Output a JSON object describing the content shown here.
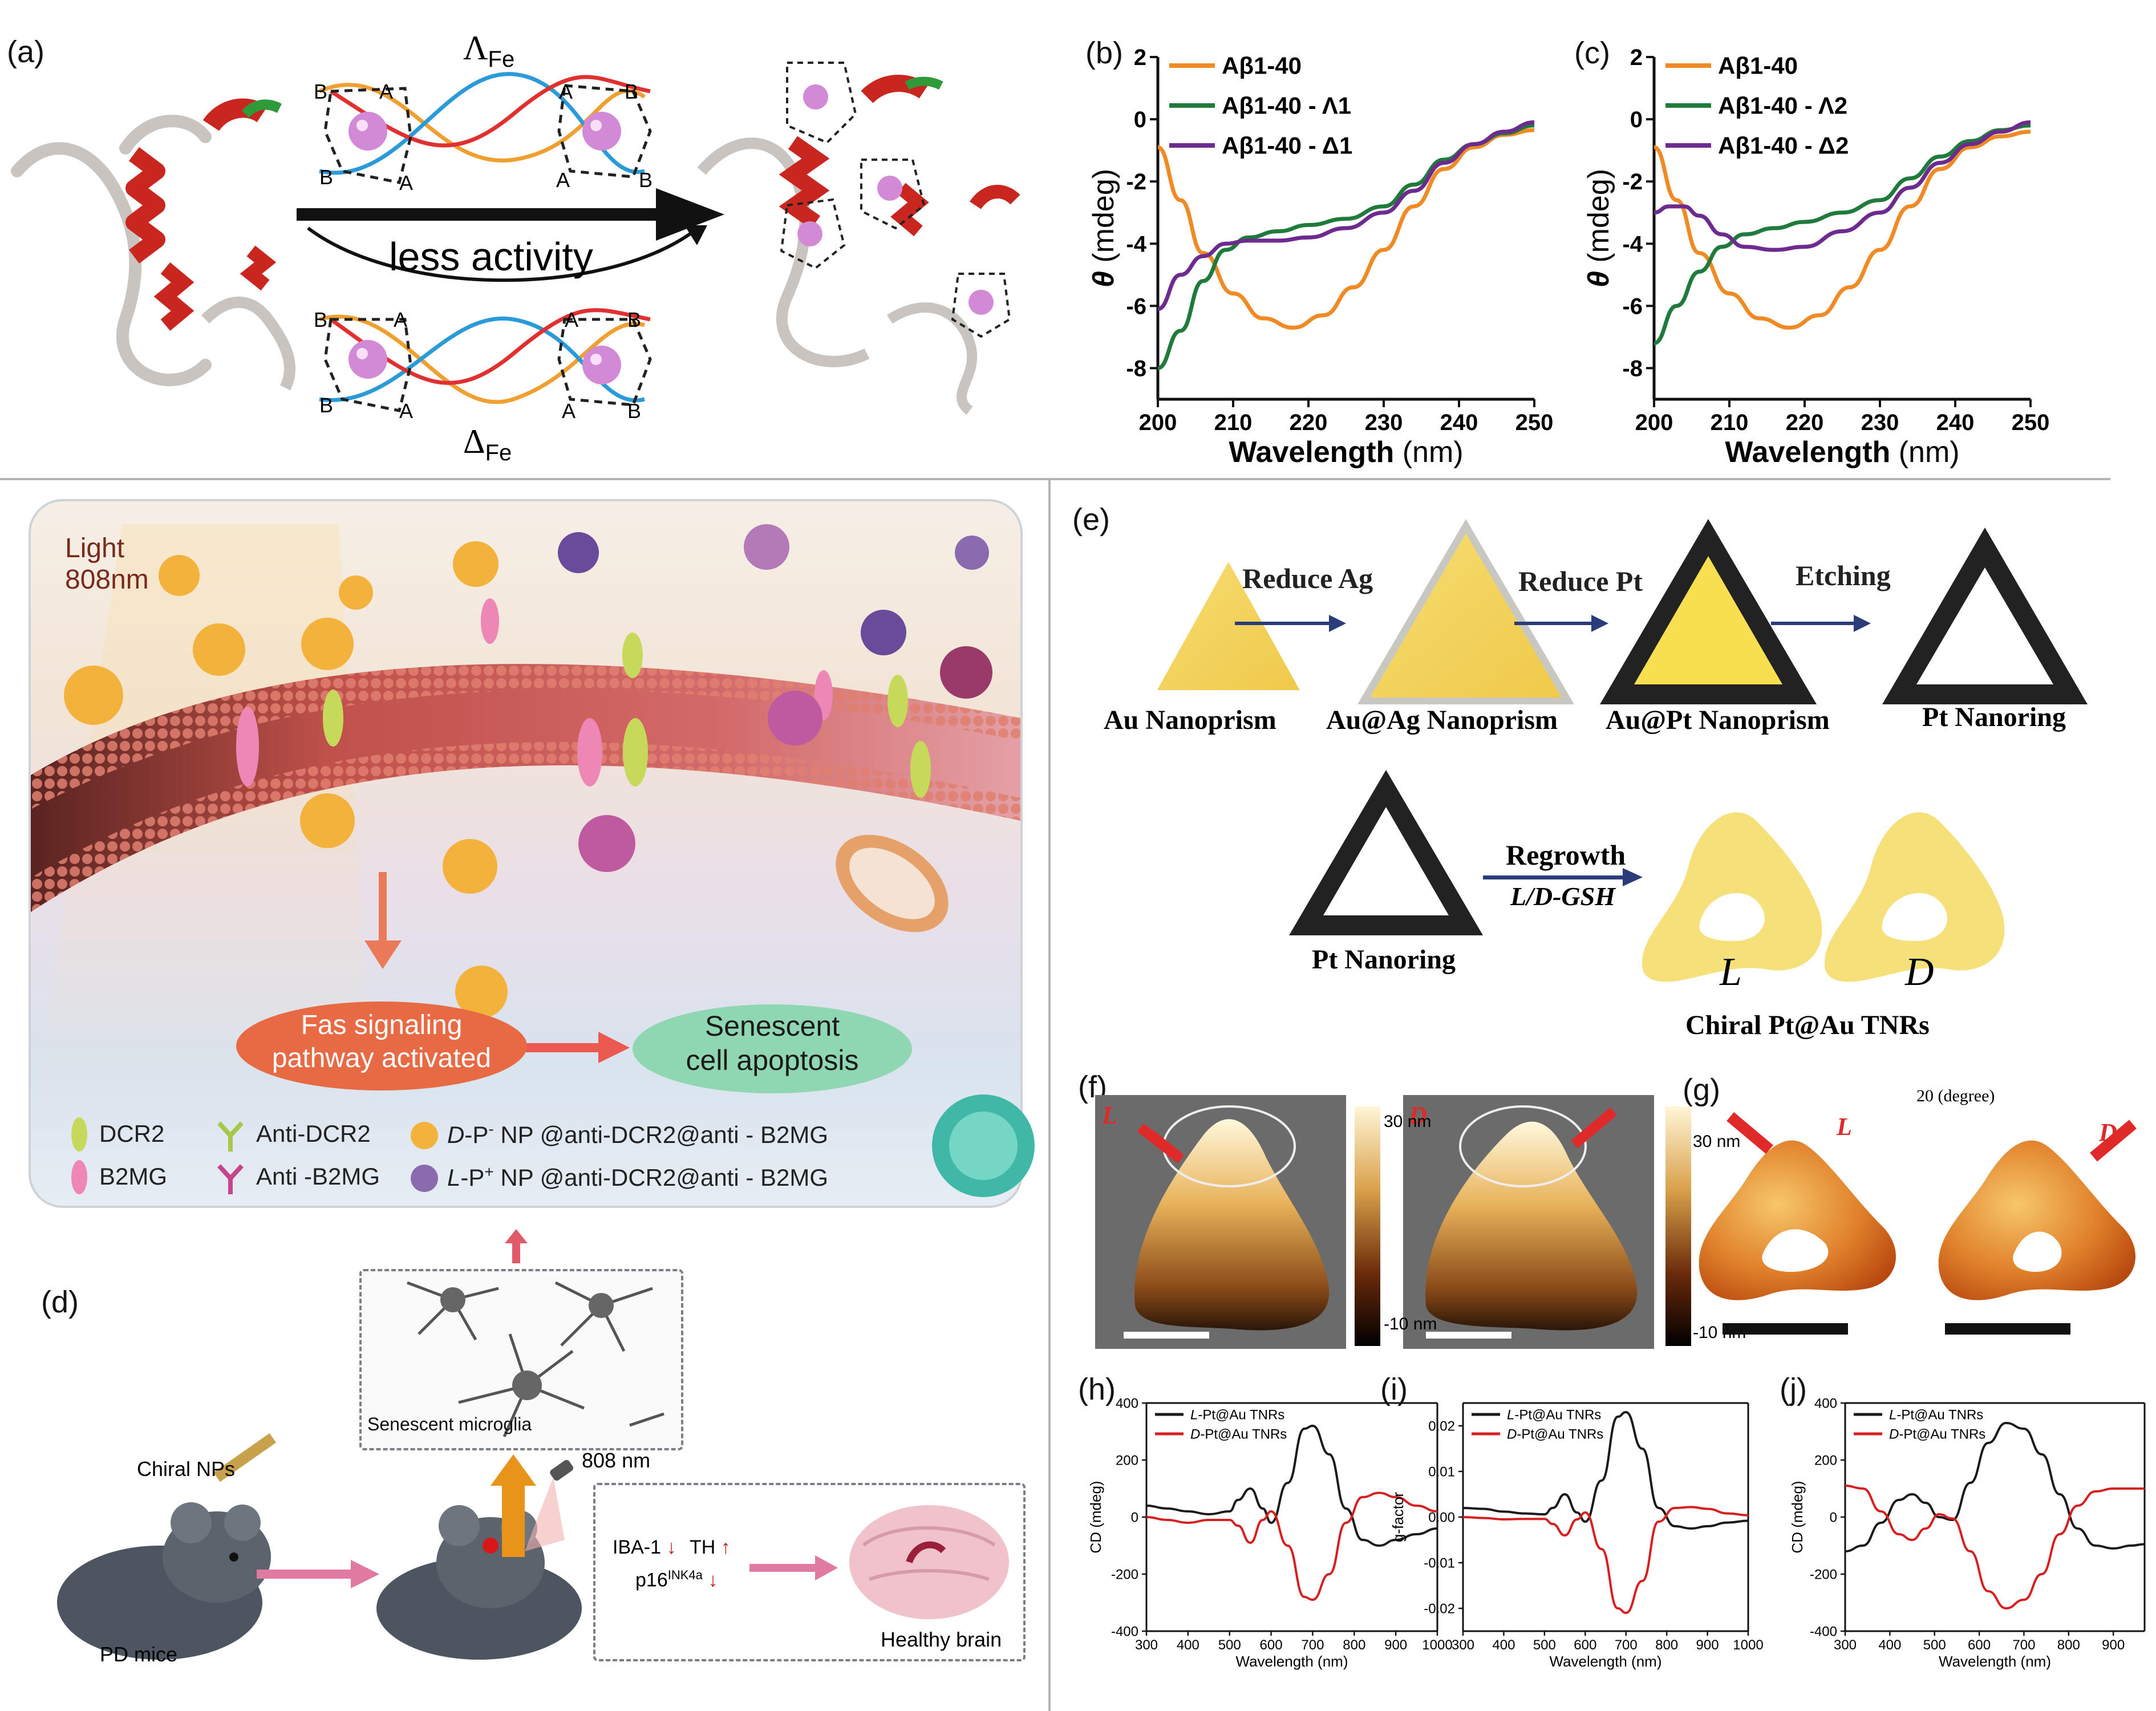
{
  "panel_labels": {
    "a": "(a)",
    "b": "(b)",
    "c": "(c)",
    "d": "(d)",
    "e": "(e)",
    "f": "(f)",
    "g": "(g)",
    "h": "(h)",
    "i": "(i)",
    "j": "(j)"
  },
  "panel_a": {
    "lambda_label": "Λ",
    "lambda_sub": "Fe",
    "delta_label": "Δ",
    "delta_sub": "Fe",
    "arrow_text": "less activity",
    "vertex_A": "A",
    "vertex_B": "B"
  },
  "chart_data": [
    {
      "type": "line",
      "panel": "b",
      "xlabel": "Wavelength",
      "xlabel_unit": "(nm)",
      "ylabel": "θ",
      "ylabel_unit": "(mdeg)",
      "xlim": [
        200,
        250
      ],
      "ylim": [
        -9,
        2
      ],
      "xticks": [
        200,
        210,
        220,
        230,
        240,
        250
      ],
      "yticks": [
        2,
        0,
        -2,
        -4,
        -6,
        -8
      ],
      "legend": "top-left",
      "series": [
        {
          "name": "Aβ1-40",
          "color": "#f08a24",
          "x": [
            200,
            203,
            206,
            210,
            214,
            218,
            222,
            226,
            230,
            234,
            238,
            242,
            246,
            250
          ],
          "y": [
            -0.9,
            -2.6,
            -4.3,
            -5.6,
            -6.4,
            -6.7,
            -6.3,
            -5.4,
            -4.2,
            -2.8,
            -1.6,
            -0.9,
            -0.5,
            -0.35
          ]
        },
        {
          "name": "Aβ1-40 - Λ1",
          "color": "#1f7a3c",
          "x": [
            200,
            203,
            206,
            209,
            212,
            216,
            220,
            225,
            230,
            234,
            238,
            242,
            246,
            250
          ],
          "y": [
            -8.0,
            -6.8,
            -5.2,
            -4.2,
            -3.8,
            -3.6,
            -3.4,
            -3.2,
            -2.8,
            -2.1,
            -1.3,
            -0.8,
            -0.45,
            -0.2
          ]
        },
        {
          "name": "Aβ1-40 - Δ1",
          "color": "#6d2b8f",
          "x": [
            200,
            203,
            206,
            209,
            212,
            216,
            220,
            225,
            230,
            234,
            238,
            242,
            246,
            250
          ],
          "y": [
            -6.1,
            -5.0,
            -4.4,
            -4.0,
            -3.9,
            -3.9,
            -3.8,
            -3.5,
            -3.0,
            -2.3,
            -1.4,
            -0.8,
            -0.4,
            -0.1
          ]
        }
      ]
    },
    {
      "type": "line",
      "panel": "c",
      "xlabel": "Wavelength",
      "xlabel_unit": "(nm)",
      "ylabel": "θ",
      "ylabel_unit": "(mdeg)",
      "xlim": [
        200,
        250
      ],
      "ylim": [
        -9,
        2
      ],
      "xticks": [
        200,
        210,
        220,
        230,
        240,
        250
      ],
      "yticks": [
        2,
        0,
        -2,
        -4,
        -6,
        -8
      ],
      "legend": "top-left",
      "series": [
        {
          "name": "Aβ1-40",
          "color": "#f08a24",
          "x": [
            200,
            203,
            206,
            210,
            214,
            218,
            222,
            226,
            230,
            234,
            238,
            242,
            246,
            250
          ],
          "y": [
            -0.9,
            -2.6,
            -4.3,
            -5.6,
            -6.4,
            -6.7,
            -6.3,
            -5.4,
            -4.2,
            -2.8,
            -1.6,
            -0.9,
            -0.55,
            -0.4
          ]
        },
        {
          "name": "Aβ1-40 - Λ2",
          "color": "#1f7a3c",
          "x": [
            200,
            203,
            206,
            209,
            212,
            216,
            220,
            225,
            230,
            234,
            238,
            242,
            246,
            250
          ],
          "y": [
            -7.2,
            -6.0,
            -4.9,
            -4.1,
            -3.7,
            -3.5,
            -3.3,
            -3.0,
            -2.6,
            -1.9,
            -1.2,
            -0.7,
            -0.35,
            -0.2
          ]
        },
        {
          "name": "Aβ1-40 - Δ2",
          "color": "#6d2b8f",
          "x": [
            200,
            202,
            204,
            206,
            209,
            212,
            216,
            220,
            225,
            230,
            234,
            238,
            242,
            246,
            250
          ],
          "y": [
            -3.0,
            -2.8,
            -2.8,
            -3.1,
            -3.7,
            -4.1,
            -4.2,
            -4.1,
            -3.6,
            -3.0,
            -2.2,
            -1.4,
            -0.8,
            -0.4,
            -0.1
          ]
        }
      ]
    },
    {
      "type": "line",
      "panel": "h",
      "xlabel": "Wavelength (nm)",
      "ylabel": "CD (mdeg)",
      "xlim": [
        300,
        1000
      ],
      "ylim": [
        -400,
        400
      ],
      "xticks": [
        300,
        400,
        500,
        600,
        700,
        800,
        900,
        1000
      ],
      "yticks": [
        400,
        200,
        0,
        -200,
        -400
      ],
      "legend": "top-left",
      "series": [
        {
          "name": "L-Pt@Au TNRs",
          "color": "#1a1a1a",
          "x": [
            300,
            350,
            400,
            450,
            500,
            520,
            550,
            580,
            600,
            640,
            680,
            700,
            740,
            780,
            820,
            860,
            900,
            950,
            1000
          ],
          "y": [
            40,
            30,
            20,
            10,
            20,
            60,
            100,
            30,
            -20,
            120,
            310,
            320,
            220,
            30,
            -80,
            -100,
            -80,
            -60,
            -40
          ]
        },
        {
          "name": "D-Pt@Au TNRs",
          "color": "#d62020",
          "x": [
            300,
            350,
            400,
            450,
            500,
            520,
            550,
            580,
            600,
            640,
            680,
            700,
            740,
            780,
            820,
            860,
            900,
            950,
            1000
          ],
          "y": [
            0,
            -10,
            -20,
            -10,
            -10,
            -30,
            -90,
            -10,
            20,
            -100,
            -280,
            -290,
            -200,
            -20,
            70,
            85,
            70,
            40,
            20
          ]
        }
      ]
    },
    {
      "type": "line",
      "panel": "i",
      "xlabel": "Wavelength (nm)",
      "ylabel": "g-factor",
      "xlim": [
        300,
        1000
      ],
      "ylim": [
        -0.025,
        0.025
      ],
      "xticks": [
        300,
        400,
        500,
        600,
        700,
        800,
        900,
        1000
      ],
      "yticks": [
        0.02,
        0.01,
        0.0,
        -0.01,
        -0.02
      ],
      "legend": "top-left",
      "series": [
        {
          "name": "L-Pt@Au TNRs",
          "color": "#1a1a1a",
          "x": [
            300,
            350,
            400,
            450,
            500,
            520,
            550,
            580,
            600,
            640,
            680,
            700,
            740,
            780,
            820,
            860,
            900,
            950,
            1000
          ],
          "y": [
            0.002,
            0.0018,
            0.0012,
            0.0008,
            0.0006,
            0.002,
            0.005,
            0.001,
            -0.001,
            0.008,
            0.022,
            0.023,
            0.015,
            0.002,
            -0.002,
            -0.0025,
            -0.002,
            -0.0012,
            -0.0008
          ]
        },
        {
          "name": "D-Pt@Au TNRs",
          "color": "#d62020",
          "x": [
            300,
            350,
            400,
            450,
            500,
            520,
            550,
            580,
            600,
            640,
            680,
            700,
            740,
            780,
            820,
            860,
            900,
            950,
            1000
          ],
          "y": [
            0.0,
            -0.0002,
            -0.0005,
            -0.0004,
            -0.0004,
            -0.0015,
            -0.004,
            -0.0005,
            0.001,
            -0.007,
            -0.02,
            -0.021,
            -0.014,
            -0.001,
            0.002,
            0.0022,
            0.0018,
            0.0008,
            0.0004
          ]
        }
      ]
    },
    {
      "type": "line",
      "panel": "j",
      "xlabel": "Wavelength (nm)",
      "ylabel": "CD (mdeg)",
      "xlim": [
        300,
        970
      ],
      "ylim": [
        -400,
        400
      ],
      "xticks": [
        300,
        400,
        500,
        600,
        700,
        800,
        900
      ],
      "yticks": [
        400,
        200,
        0,
        -200,
        -400
      ],
      "legend": "top-left",
      "series": [
        {
          "name": "L-Pt@Au TNRs",
          "color": "#1a1a1a",
          "x": [
            300,
            340,
            380,
            420,
            450,
            480,
            510,
            540,
            580,
            620,
            660,
            700,
            740,
            780,
            820,
            860,
            900,
            940,
            970
          ],
          "y": [
            -120,
            -100,
            -20,
            60,
            80,
            50,
            0,
            -10,
            120,
            260,
            330,
            310,
            220,
            80,
            -40,
            -100,
            -110,
            -100,
            -95
          ]
        },
        {
          "name": "D-Pt@Au TNRs",
          "color": "#d62020",
          "x": [
            300,
            340,
            380,
            420,
            450,
            480,
            510,
            540,
            580,
            620,
            660,
            700,
            740,
            780,
            820,
            860,
            900,
            940,
            970
          ],
          "y": [
            110,
            100,
            20,
            -60,
            -80,
            -40,
            10,
            -5,
            -120,
            -260,
            -320,
            -290,
            -200,
            -60,
            40,
            90,
            100,
            100,
            100
          ]
        }
      ]
    }
  ],
  "panel_d": {
    "light_label_1": "Light",
    "light_label_2": "808nm",
    "fas_1": "Fas signaling",
    "fas_2": "pathway activated",
    "senescent_1": "Senescent",
    "senescent_2": "cell apoptosis",
    "legend": {
      "dcr2": "DCR2",
      "b2mg": "B2MG",
      "anti_dcr2": "Anti-DCR2",
      "anti_b2mg": "Anti -B2MG",
      "dnp_prefix": "D",
      "dnp_mid": "-P",
      "dnp_sup": "-",
      "dnp_rest": " NP @anti-DCR2@anti - B2MG",
      "lnp_prefix": "L",
      "lnp_mid": "-P",
      "lnp_sup": "+",
      "lnp_rest": " NP @anti-DCR2@anti - B2MG"
    },
    "senescent_microglia": "Senescent microglia",
    "chiral_nps": "Chiral NPs",
    "pd_mice": "PD mice",
    "nm808": "808 nm",
    "iba1": "IBA-1",
    "th": "TH",
    "p16": "p16",
    "p16_sup": "INK4a",
    "healthy_brain": "Healthy brain"
  },
  "panel_e": {
    "reduce_ag": "Reduce Ag",
    "reduce_pt": "Reduce Pt",
    "etching": "Etching",
    "regrowth": "Regrowth",
    "gsh": "L/D-GSH",
    "au_nanoprism": "Au Nanoprism",
    "auag_nanoprism": "Au@Ag Nanoprism",
    "aupt_nanoprism": "Au@Pt Nanoprism",
    "pt_nanoring": "Pt Nanoring",
    "pt_nanoring2": "Pt Nanoring",
    "L": "L",
    "D": "D",
    "chiral_label": "Chiral Pt@Au TNRs"
  },
  "panel_f": {
    "L": "L",
    "D": "D",
    "scale_top": "30 nm",
    "scale_bottom": "-10 nm"
  },
  "panel_g": {
    "degree": "20 (degree)",
    "L": "L",
    "D": "D"
  },
  "colors": {
    "orange": "#f08a24",
    "green": "#1f7a3c",
    "purple": "#6d2b8f",
    "gold": "#f2d35c",
    "red": "#d62020"
  }
}
